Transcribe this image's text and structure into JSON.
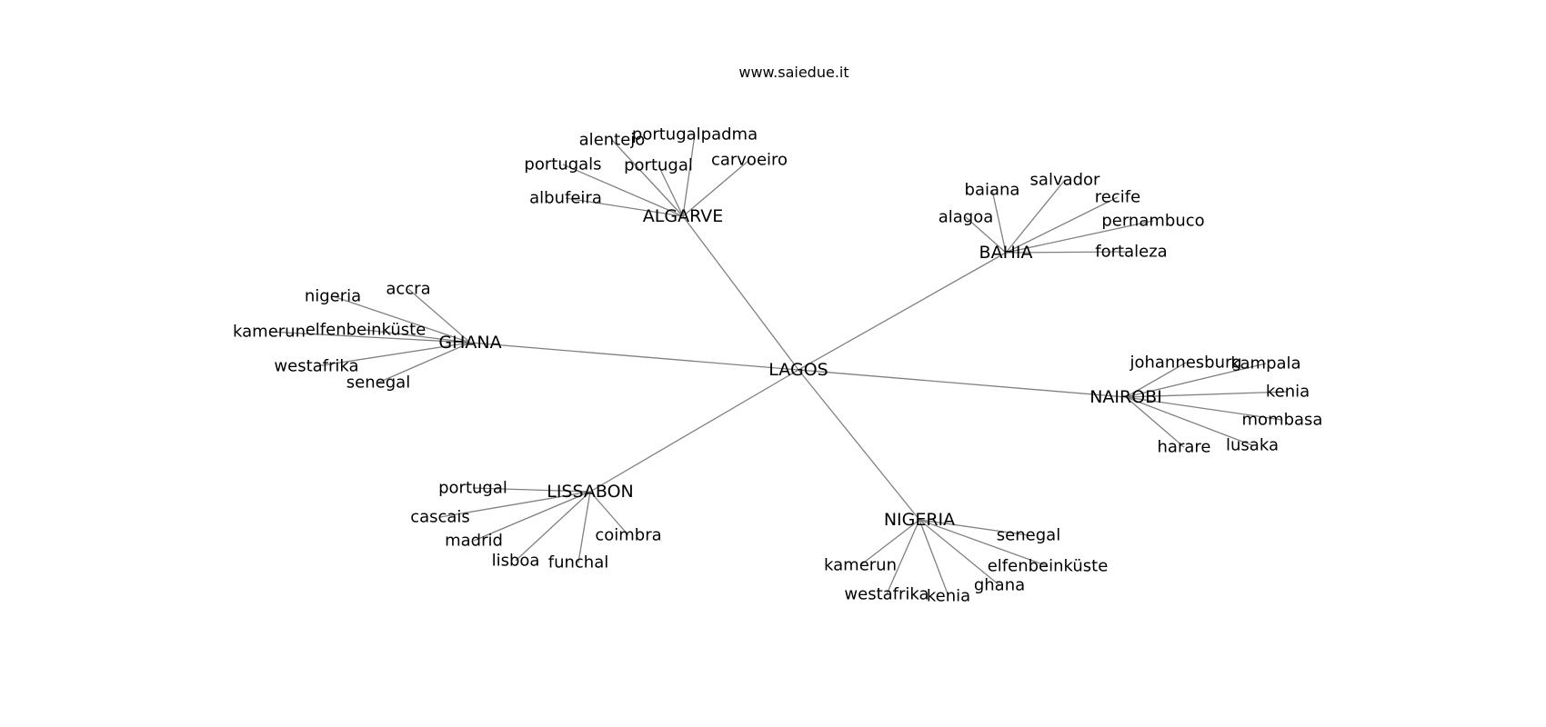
{
  "source_label": "www.saiedue.it",
  "graph": {
    "center": "LAGOS",
    "hubs": [
      {
        "name": "ALGARVE",
        "leaves": [
          "alentejo",
          "portugalpadma",
          "portugals",
          "portugal",
          "carvoeiro",
          "albufeira"
        ]
      },
      {
        "name": "BAHIA",
        "leaves": [
          "baiana",
          "salvador",
          "recife",
          "alagoa",
          "pernambuco",
          "fortaleza"
        ]
      },
      {
        "name": "GHANA",
        "leaves": [
          "accra",
          "nigeria",
          "kamerun",
          "elfenbeinküste",
          "westafrika",
          "senegal"
        ]
      },
      {
        "name": "NAIROBI",
        "leaves": [
          "johannesburg",
          "kampala",
          "kenia",
          "mombasa",
          "lusaka",
          "harare"
        ]
      },
      {
        "name": "LISSABON",
        "leaves": [
          "portugal",
          "cascais",
          "madrid",
          "lisboa",
          "funchal",
          "coimbra"
        ]
      },
      {
        "name": "NIGERIA",
        "leaves": [
          "senegal",
          "kamerun",
          "elfenbeinküste",
          "ghana",
          "westafrika",
          "kenia"
        ]
      }
    ]
  }
}
